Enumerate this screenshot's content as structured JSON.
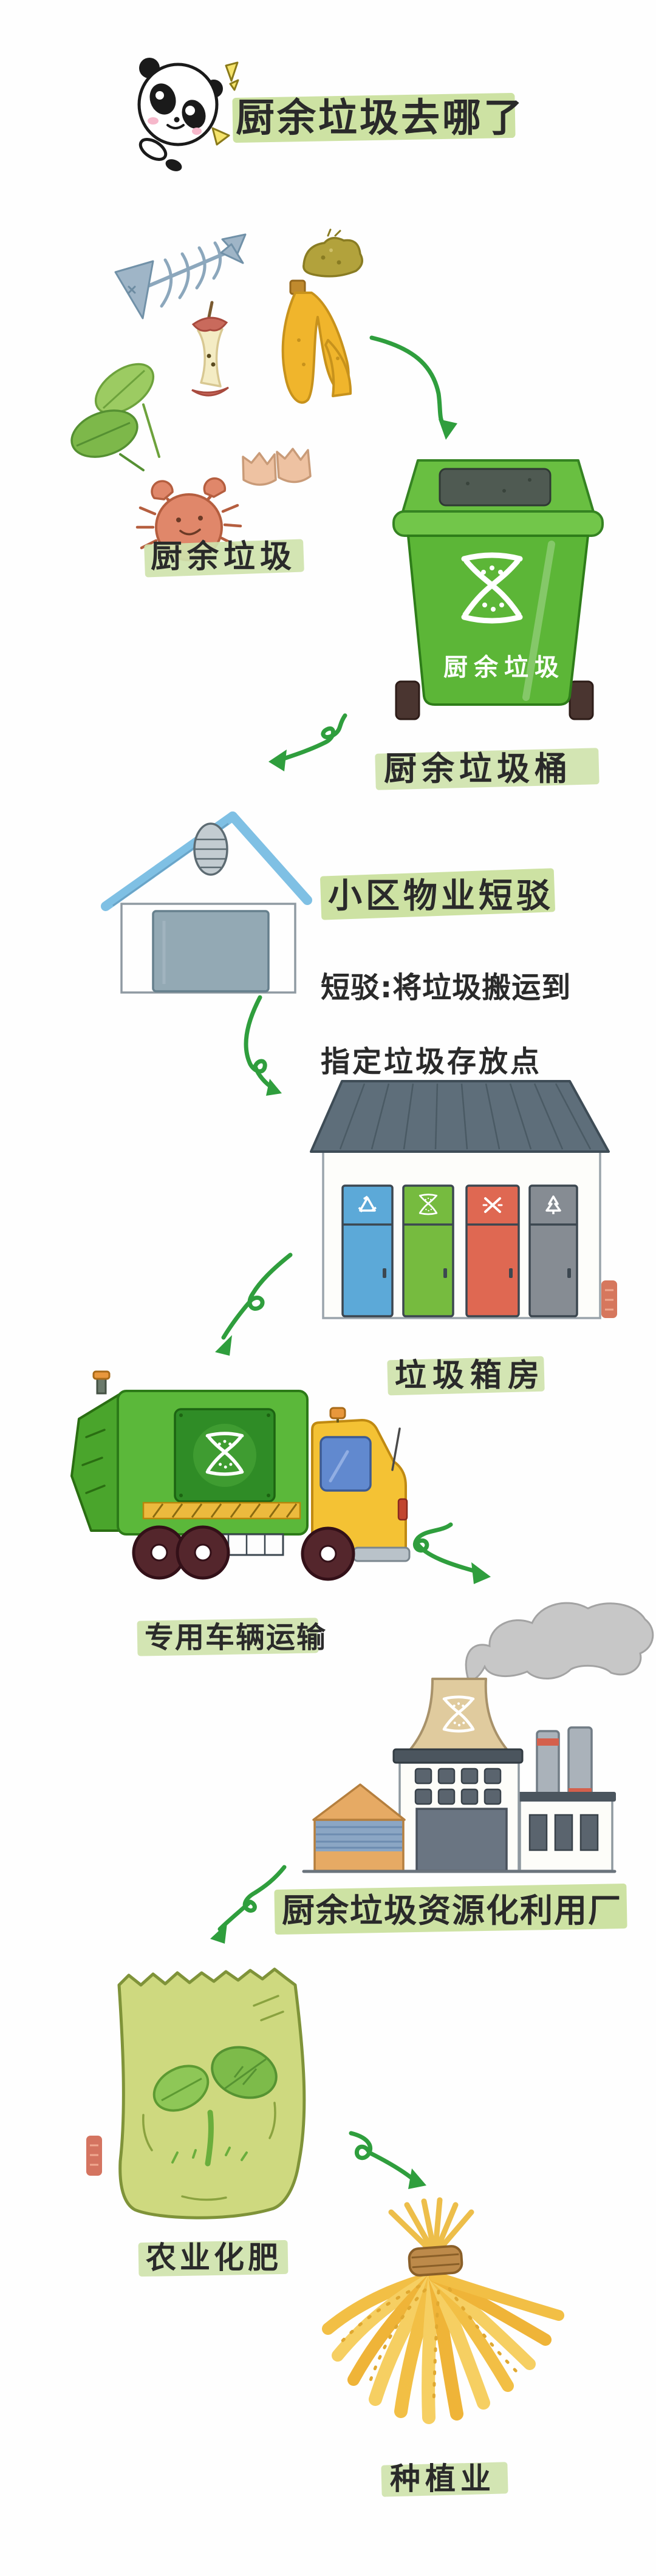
{
  "header": {
    "title": "厨余垃圾去哪了",
    "mascot": "panda"
  },
  "steps": {
    "waste": {
      "label": "厨余垃圾"
    },
    "bin": {
      "label": "厨余垃圾桶",
      "bin_text": "厨余垃圾"
    },
    "shuttle": {
      "label": "小区物业短驳",
      "note1": "短驳:将垃圾搬运到",
      "note2": "指定垃圾存放点"
    },
    "station": {
      "label": "垃圾箱房"
    },
    "truck": {
      "label": "专用车辆运输"
    },
    "factory": {
      "label": "厨余垃圾资源化利用厂"
    },
    "fertilizer": {
      "label": "农业化肥"
    },
    "farming": {
      "label": "种植业"
    }
  },
  "colors": {
    "background": "#fefefe",
    "title_highlight": "#bfdb8d",
    "label_highlight": "#cde3a8",
    "arrow_green": "#2f9e3d",
    "bin_green": "#5cb637",
    "truck_green": "#5bb83a",
    "cab_yellow": "#f4c234",
    "house_roof_blue": "#7fc0e4",
    "station_roof_slate": "#5e6e7a",
    "door_blue": "#5ca9d8",
    "door_green": "#76bb3f",
    "door_red": "#df6852",
    "door_gray": "#868c93",
    "tower_tan": "#e0cb9e",
    "warehouse_orange": "#e6aa64",
    "fertilizer_bag_green": "#ced97f",
    "wheat_gold": "#f2bf45",
    "seal_red": "#cc5c44",
    "text_dark": "#2a2a2a"
  }
}
